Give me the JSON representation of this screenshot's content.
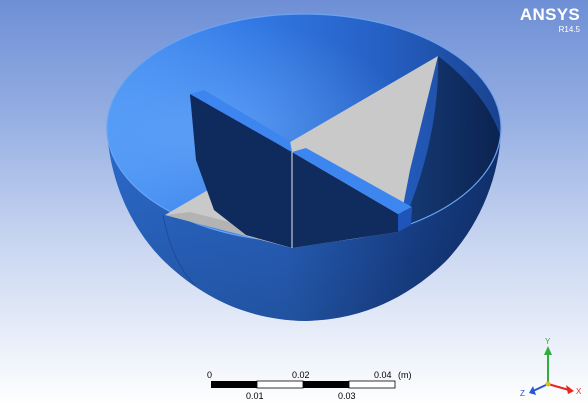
{
  "logo": {
    "name": "ANSYS",
    "version": "R14.5"
  },
  "scale_bar": {
    "labels_top": [
      "0",
      "0.02",
      "0.04"
    ],
    "unit": "(m)",
    "labels_bottom": [
      "0.01",
      "0.03"
    ]
  },
  "triad": {
    "x_label": "X",
    "y_label": "Y",
    "z_label": "Z"
  },
  "colors": {
    "surface_blue": "#2f70dd",
    "inner_dark": "#0e2a5c",
    "baffle_gray": "#c9c9c9",
    "axis_x": "#e8261b",
    "axis_y": "#2fae3c",
    "axis_z": "#2b55d8"
  }
}
